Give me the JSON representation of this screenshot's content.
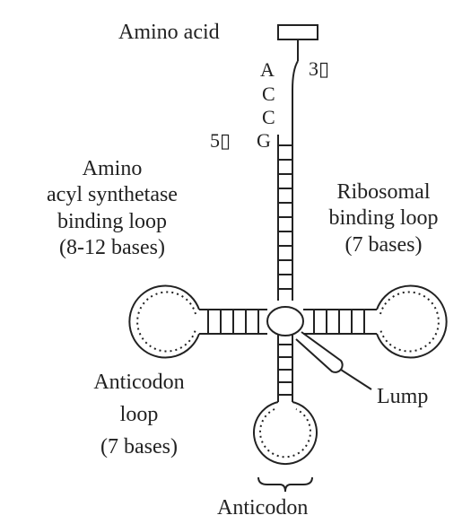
{
  "labels": {
    "amino_acid": "Amino acid",
    "three_prime": "3▯",
    "five_prime": "5▯",
    "base_a": "A",
    "base_c1": "C",
    "base_c2": "C",
    "base_g": "G",
    "synthetase_loop": [
      "Amino",
      "acyl synthetase",
      "binding loop",
      "(8-12 bases)"
    ],
    "ribosomal_loop": [
      "Ribosomal",
      "binding loop",
      "(7 bases)"
    ],
    "anticodon_loop": [
      "Anticodon",
      "loop",
      "(7 bases)"
    ],
    "lump": "Lump",
    "anticodon": "Anticodon"
  },
  "colors": {
    "ink": "#222222",
    "background": "#ffffff"
  }
}
